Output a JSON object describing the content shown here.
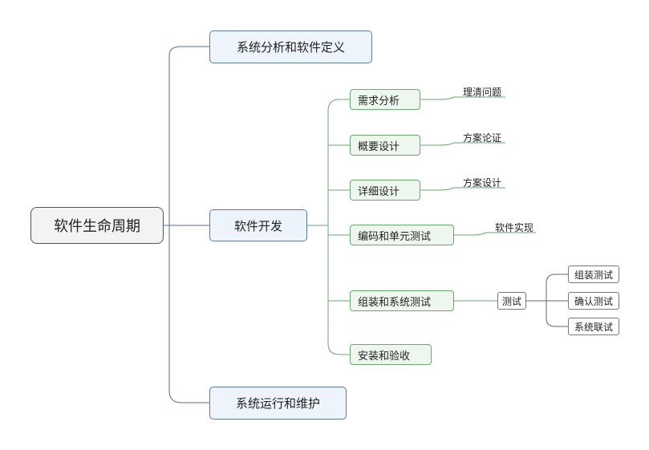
{
  "root": {
    "label": "软件生命周期"
  },
  "phases": [
    {
      "label": "系统分析和软件定义"
    },
    {
      "label": "软件开发"
    },
    {
      "label": "系统运行和维护"
    }
  ],
  "dev_steps": [
    {
      "label": "需求分析",
      "note": "理清问题"
    },
    {
      "label": "概要设计",
      "note": "方案论证"
    },
    {
      "label": "详细设计",
      "note": "方案设计"
    },
    {
      "label": "编码和单元测试",
      "note": "软件实现"
    },
    {
      "label": "组装和系统测试",
      "note": ""
    },
    {
      "label": "安装和验收",
      "note": ""
    }
  ],
  "testing": {
    "label": "测试",
    "items": [
      "组装测试",
      "确认测试",
      "系统联试"
    ]
  },
  "colors": {
    "blue_line": "#4f6fa0",
    "green_line": "#6aa86e",
    "gray_line": "#666666"
  }
}
